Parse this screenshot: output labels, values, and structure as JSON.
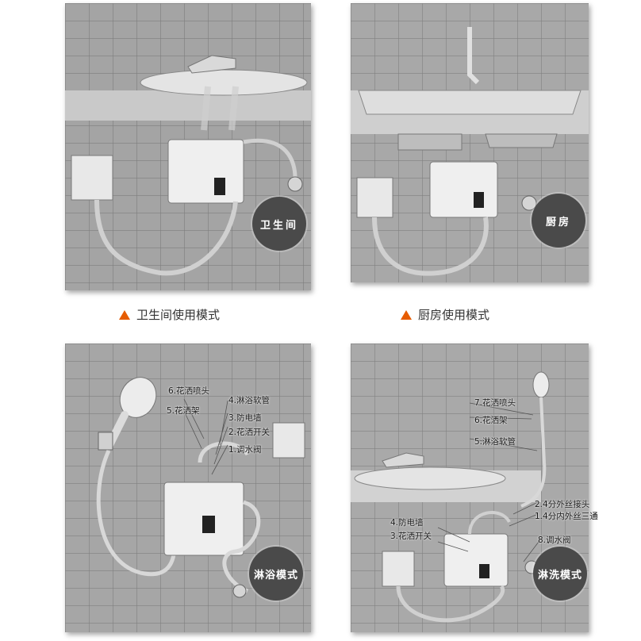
{
  "captions": {
    "bathroom": "卫生间使用模式",
    "kitchen": "厨房使用模式"
  },
  "badges": {
    "bathroom": "卫生间",
    "kitchen": "厨房",
    "shower": "淋浴模式",
    "shower_wash": "淋洗模式"
  },
  "shower_labels": {
    "l6": "6.花洒喷头",
    "l5": "5.花洒架",
    "l4": "4.淋浴软管",
    "l3": "3.防电墙",
    "l2": "2.花洒开关",
    "l1": "1.调水阀"
  },
  "wash_labels": {
    "l7": "7.花洒喷头",
    "l6": "6.花洒架",
    "l5": "5.淋浴软管",
    "l2": "2.4分外丝接头",
    "l1": "1.4分内外丝三通",
    "l4": "4.防电墙",
    "l3": "3.花洒开关",
    "l8": "8.调水阀"
  },
  "colors": {
    "accent_triangle": "#e65c00",
    "badge_bg": "#4a4a4a",
    "wall_tile": "#a9a9a9"
  }
}
